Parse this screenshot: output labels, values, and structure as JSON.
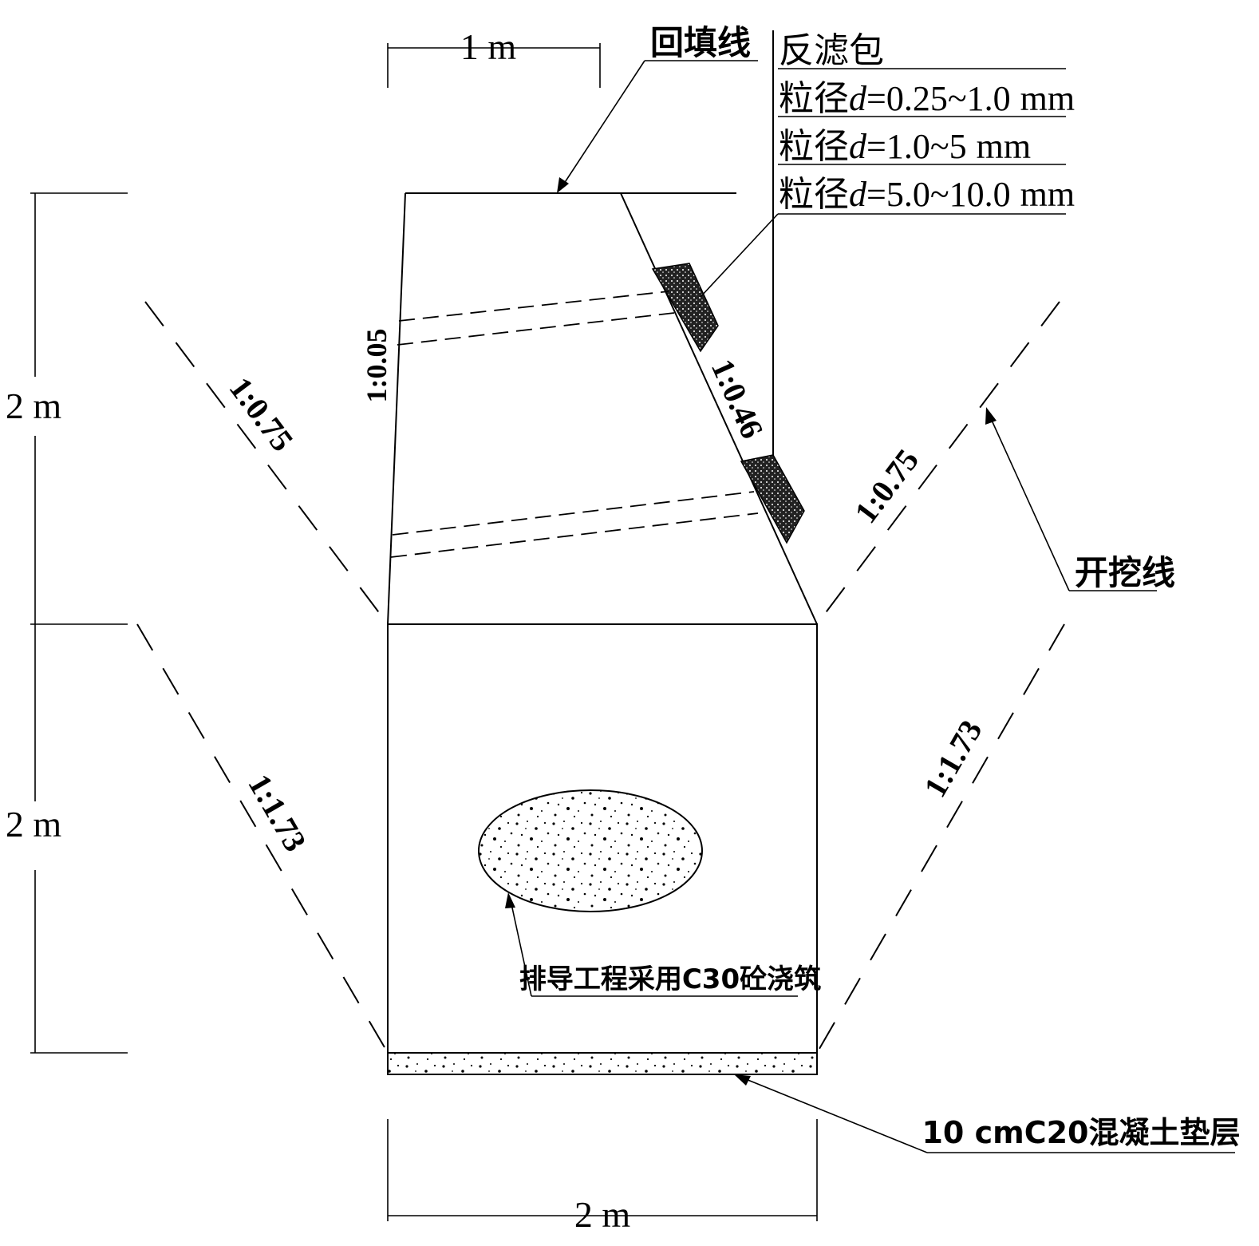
{
  "dimensions": {
    "top_width": "1 m",
    "upper_height": "2 m",
    "lower_height": "2 m",
    "bottom_width": "2 m"
  },
  "labels": {
    "backfill_line": "回填线",
    "filter_pack": "反滤包",
    "grain_1_prefix": "粒径",
    "grain_1_var": "d",
    "grain_1_value": "=0.25~1.0",
    "grain_1_unit": "mm",
    "grain_2_prefix": "粒径",
    "grain_2_var": "d",
    "grain_2_value": "=1.0~5",
    "grain_2_unit": "mm",
    "grain_3_prefix": "粒径",
    "grain_3_var": "d",
    "grain_3_value": "=5.0~10.0",
    "grain_3_unit": "mm",
    "excavation_line": "开挖线",
    "drainage_note": "排导工程采用C30砼浇筑",
    "cushion_note": "10 cmC20混凝土垫层"
  },
  "slopes": {
    "left_upper": "1:0.75",
    "right_upper": "1:0.75",
    "left_lower": "1:1.73",
    "right_lower": "1:1.73",
    "wall_left": "1:0.05",
    "wall_right": "1:0.46"
  },
  "colors": {
    "line": "#000000",
    "background": "#ffffff"
  }
}
